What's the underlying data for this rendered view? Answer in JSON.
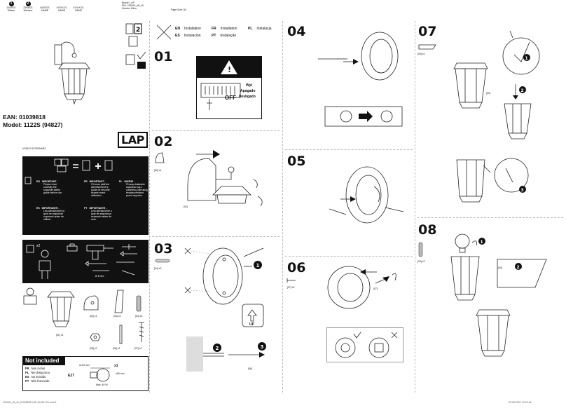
{
  "revisions": [
    {
      "num": "1",
      "date": "10/05/21",
      "name": "Wilson"
    },
    {
      "num": "2",
      "date": "23/06/21",
      "name": "Mariana"
    },
    {
      "num": "",
      "date": "04/03/21",
      "name": "NAME"
    },
    {
      "num": "",
      "date": "XX/XX/21",
      "name": "NAME"
    },
    {
      "num": "",
      "date": "XX/XX/21",
      "name": "NAME"
    }
  ],
  "brand_info": [
    "Brand: LAP",
    "PID: 218491_v8_v5",
    "Vendor: Ulixu"
  ],
  "page_size": "Page Size: A3",
  "ean": "EAN: 01039818",
  "model": "Model: 1122S (94827)",
  "logo": "LAP",
  "vcode": "V10621  SX2209H/B3",
  "install_langs": [
    {
      "code": "EN",
      "text": "Installation"
    },
    {
      "code": "FR",
      "text": "Installation"
    },
    {
      "code": "PL",
      "text": "Instalacja"
    },
    {
      "code": "ES",
      "text": "Instalación"
    },
    {
      "code": "PT",
      "text": "Instalação"
    }
  ],
  "steps": [
    "01",
    "02",
    "03",
    "04",
    "05",
    "06",
    "07",
    "08"
  ],
  "warning": {
    "pl": "Wył",
    "es": "Apagado",
    "es2": "Desligado",
    "off": "OFF"
  },
  "important": [
    {
      "code": "EN",
      "title": "IMPORTANT -",
      "lines": [
        "Please read",
        "carefully the",
        "separate safety",
        "guide before use."
      ]
    },
    {
      "code": "FR",
      "title": "IMPORTANT -",
      "lines": [
        "S'il vous plaît lire",
        "attentivement le",
        "guide de sécurité",
        "séparé avant",
        "utilisation."
      ]
    },
    {
      "code": "PL",
      "title": "WAŻNE -",
      "lines": [
        "Proszę dokładnie",
        "zapoznać się z",
        "oddzielną instrukcją",
        "bezpieczeństwa",
        "przed użyciem."
      ]
    },
    {
      "code": "ES",
      "title": "IMPORTANTE -",
      "lines": [
        "Lea atentamente la",
        "guía de seguridad",
        "separado antes de",
        "utilizar."
      ]
    },
    {
      "code": "PT",
      "title": "IMPORTANTE -",
      "lines": [
        "Leia atentamente o",
        "guia de segurança",
        "separado antes de",
        "usar."
      ]
    }
  ],
  "tools": {
    "persons": "x2",
    "drill": "Ø 6 mm"
  },
  "parts": [
    {
      "label": "[01] x1"
    },
    {
      "label": "[02] x1"
    },
    {
      "label": "[03] x4"
    },
    {
      "label": "[04] x2"
    },
    {
      "label": "[05] x2"
    },
    {
      "label": "[06] x2"
    },
    {
      "label": "[07] x2"
    }
  ],
  "not_included": {
    "title": "Not included",
    "rows": [
      {
        "code": "FR",
        "text": "Non inclus"
      },
      {
        "code": "PL",
        "text": "Nie dołączono"
      },
      {
        "code": "ES",
        "text": "No incluido"
      },
      {
        "code": "PT",
        "text": "Não fornecido"
      }
    ],
    "bulb": "E27",
    "dim1": "≤103 mm",
    "dim2": "≤66 mm",
    "qty": "x1",
    "max": "Max. 40 W"
  },
  "labels": {
    "s02_part": "[02] x1",
    "s02_big": "[02]",
    "s03_part": "[04] x2",
    "s03_up": "UP",
    "s03_06": "[06]",
    "s06_part": "[07] x2",
    "s06_07": "[07]",
    "s07_part": "[03] x4",
    "s07_03": "[03]",
    "s08_part": "[04] x2",
    "s08_04": "[04]"
  },
  "footer_left": "215491_v8_v5_01039818-LAP-A3-IM-Y01.indd   1",
  "footer_right": "23-06-2021   19:22:44"
}
